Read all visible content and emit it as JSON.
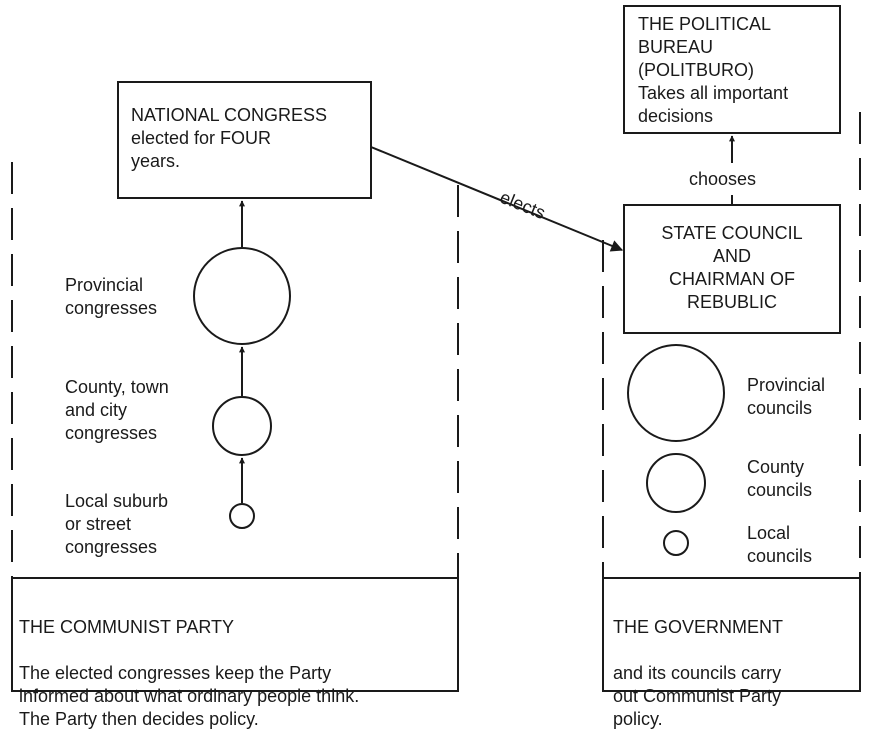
{
  "national_congress": {
    "lines": "NATIONAL CONGRESS\nelected for FOUR\nyears."
  },
  "politburo": {
    "lines": "THE POLITICAL\nBUREAU\n(POLITBURO)\nTakes all important\ndecisions"
  },
  "state_council": {
    "lines": "STATE COUNCIL\nAND\nCHAIRMAN OF\nREBUBLIC"
  },
  "edges": {
    "elects": "elects",
    "chooses": "chooses"
  },
  "party_levels": {
    "provincial": "Provincial\ncongresses",
    "county": "County, town\nand city\ncongresses",
    "local": "Local suburb\nor street\ncongresses"
  },
  "government_levels": {
    "provincial": "Provincial\ncouncils",
    "county": "County\ncouncils",
    "local": "Local\ncouncils"
  },
  "party_caption": {
    "title": "THE COMMUNIST PARTY",
    "body": "The elected congresses keep the Party\ninformed about what ordinary people think.\nThe Party then decides policy."
  },
  "government_caption": {
    "title": "THE GOVERNMENT",
    "body": "and its councils carry\nout Communist Party\npolicy."
  },
  "colors": {
    "ink": "#1a1a1a",
    "background": "#ffffff"
  }
}
